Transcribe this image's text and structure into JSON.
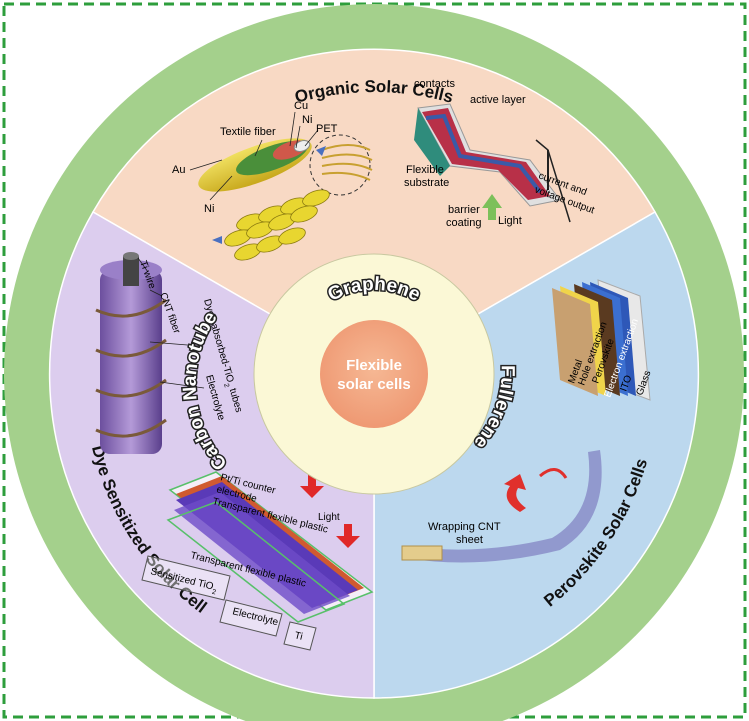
{
  "center": {
    "line1": "Flexible",
    "line2": "solar cells"
  },
  "materials": {
    "top": "Graphene",
    "left": "Carbon Nanotube",
    "right": "Fullerene"
  },
  "ring_titles": {
    "top": "Organic Solar Cells",
    "right": "Perovskite Solar Cells",
    "left": "Dye Sensitized Solar Cell"
  },
  "organic": {
    "fiber_labels": [
      "Au",
      "Textile fiber",
      "Cu",
      "Ni",
      "PET",
      "Ni"
    ],
    "device_labels": [
      "contacts",
      "active layer",
      "Flexible",
      "substrate",
      "barrier",
      "coating",
      "Light",
      "current and",
      "voltage output"
    ]
  },
  "perovskite": {
    "layers": [
      "Metal",
      "Hole extraction",
      "Perovskite",
      "Electron extraction",
      "ITO",
      "Glass"
    ],
    "wrap_label": [
      "Wrapping CNT",
      "sheet"
    ]
  },
  "dye": {
    "fiber_labels": [
      "Ti wire",
      "CNT fiber",
      "Dyes absorbed-TiO",
      "2",
      " tubes",
      "Electrolyte"
    ],
    "stack_labels": [
      "Pt/Ti counter",
      "electrode",
      "Light",
      "Transparent flexible plastic",
      "Transparent flexible plastic"
    ],
    "box_labels": {
      "sensitized": "Sensitized TiO",
      "sub": "2",
      "electrolyte": "Electrolyte",
      "ti": "Ti"
    }
  },
  "colors": {
    "frame": "#2e9e3c",
    "outer_ring": "#a4d08c",
    "sector_top": "#f8d9c4",
    "sector_right": "#bcd8ee",
    "sector_left": "#dccdee",
    "inner_ring": "#fbf8d6",
    "core": "#f3a57f"
  }
}
